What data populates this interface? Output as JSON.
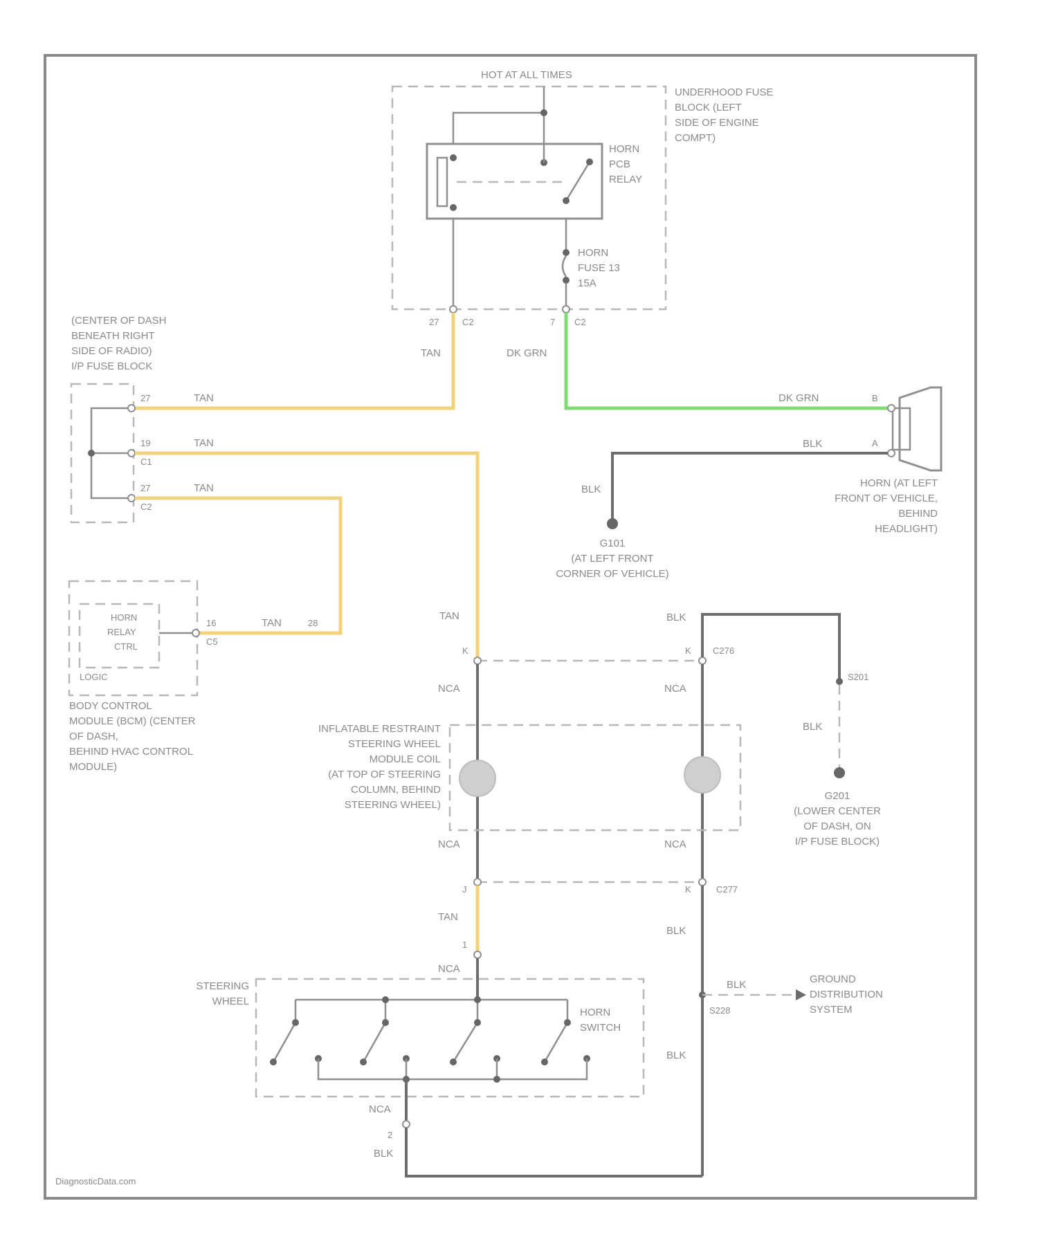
{
  "colors": {
    "tan": "#f2d27a",
    "dk_grn": "#7fdc73",
    "blk": "#6d6d6d",
    "frame": "#8a8a8a"
  },
  "labels": {
    "hot_at_all_times": "HOT AT ALL TIMES",
    "underhood_fuse_block": [
      "UNDERHOOD FUSE",
      "BLOCK (LEFT",
      "SIDE OF ENGINE",
      "COMPT)"
    ],
    "horn_relay": [
      "HORN",
      "PCB",
      "RELAY"
    ],
    "horn_fuse": [
      "HORN",
      "FUSE 13",
      "15A"
    ],
    "c2_left": "27",
    "c2_left_conn": "C2",
    "c2_right": "7",
    "c2_right_conn": "C2",
    "wire_tan": "TAN",
    "wire_dk_grn": "DK GRN",
    "wire_blk": "BLK",
    "wire_nca": "NCA",
    "ip_fuse_block": [
      "(CENTER OF DASH",
      "BENEATH RIGHT",
      "SIDE OF RADIO)",
      "I/P FUSE BLOCK"
    ],
    "ip_pin_1": "27",
    "ip_pin_2": "19",
    "ip_pin_2_conn": "C1",
    "ip_pin_3": "27",
    "ip_pin_3_conn": "C2",
    "horn_pin_b": "B",
    "horn_pin_a": "A",
    "horn": [
      "HORN (AT LEFT",
      "FRONT OF VEHICLE,",
      "BEHIND",
      "HEADLIGHT)"
    ],
    "g101": [
      "G101",
      "(AT LEFT FRONT",
      "CORNER OF VEHICLE)"
    ],
    "bcm_inner": [
      "HORN",
      "RELAY",
      "CTRL"
    ],
    "bcm_logic": "LOGIC",
    "bcm_pin": "16",
    "bcm_conn": "C5",
    "bcm_wire_num": "28",
    "bcm": [
      "BODY CONTROL",
      "MODULE (BCM) (CENTER",
      "OF DASH,",
      "BEHIND HVAC CONTROL",
      "MODULE)"
    ],
    "c276": "C276",
    "c276_pin_a": "K",
    "c276_pin_b": "K",
    "c277": "C277",
    "c277_pin_a": "J",
    "c277_pin_b": "K",
    "s201": "S201",
    "inflatable": [
      "INFLATABLE RESTRAINT",
      "STEERING WHEEL",
      "MODULE COIL",
      "(AT TOP OF STEERING",
      "COLUMN, BEHIND",
      "STEERING WHEEL)"
    ],
    "g201": [
      "G201",
      "(LOWER CENTER",
      "OF DASH, ON",
      "I/P FUSE BLOCK)"
    ],
    "sw_pin_1": "1",
    "sw_pin_2": "2",
    "steering_wheel": [
      "STEERING",
      "WHEEL"
    ],
    "horn_switch": [
      "HORN",
      "SWITCH"
    ],
    "s228": "S228",
    "ground_dist": [
      "GROUND",
      "DISTRIBUTION",
      "SYSTEM"
    ],
    "watermark": "DiagnosticData.com"
  }
}
